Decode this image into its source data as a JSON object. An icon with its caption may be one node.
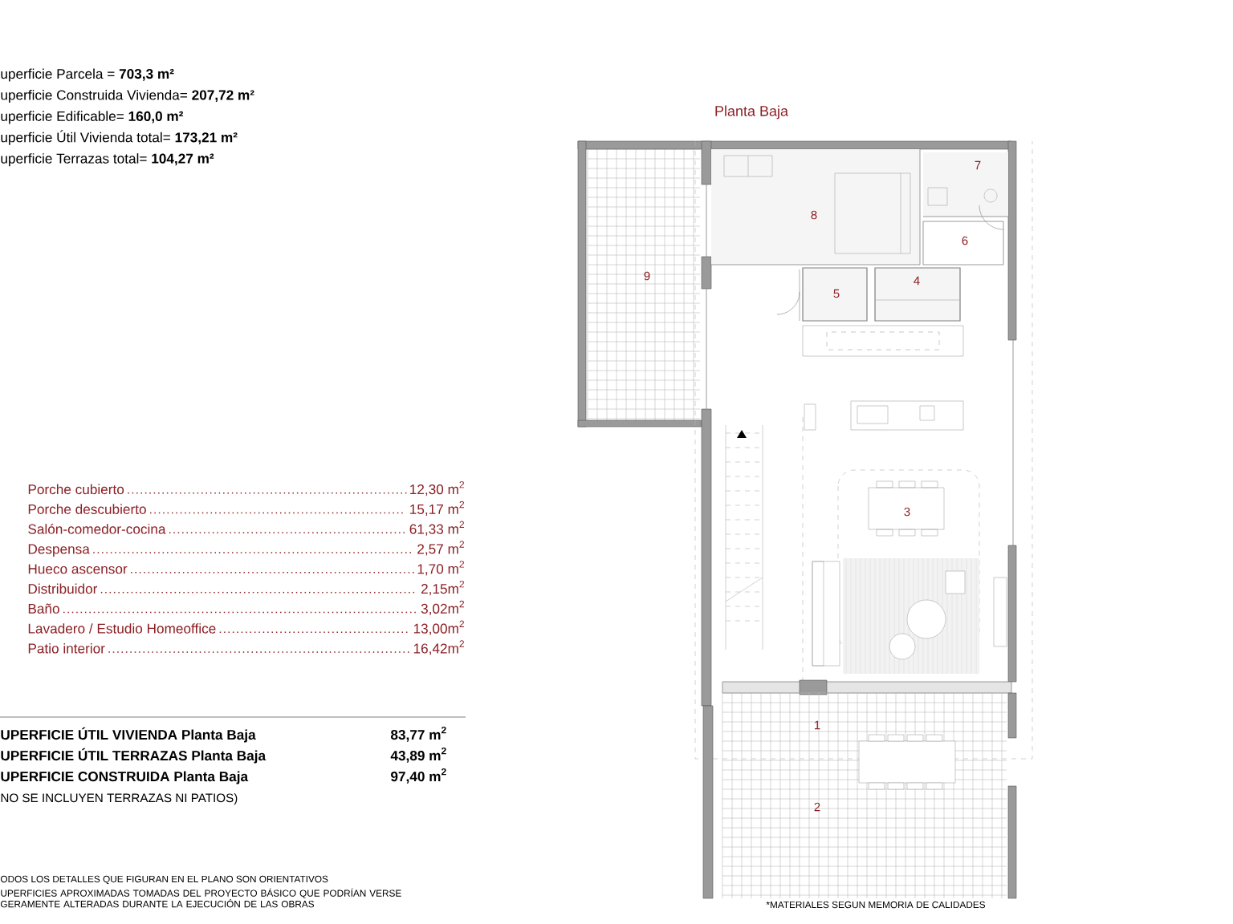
{
  "diagram": {
    "title": "Planta Baja",
    "labels": [
      "uperficie Parcela = **703,3 m²**",
      "uperficie Construida Vivienda= **207,72 m²**",
      "uperficie Edificable= **160,0 m²**",
      "uperficie Útil Vivienda total= **173,21 m²**",
      "uperficie Terrazas total= **104,27 m²**",
      "7",
      "8",
      "6",
      "9",
      "5",
      "4",
      "3",
      "1",
      "2",
      "Porche cubierto",
      "12,30 m$^{2}$",
      "Porche descubierto",
      "15,17 m$^{2}$",
      "Salón-comedor-cocina",
      "61,33 m$^{2}$",
      "Despensa",
      "2,57 m$^{2}$",
      "Hueco ascensor",
      "1,70 m$^{2}$",
      "Distribuidor",
      "2,15m$^{2}$",
      "Baño",
      "3,02m$^{2}$",
      "Lavadero / Estudio Homeoffice",
      "13,00m$^{2}$",
      "Patio interior",
      "16,42m$^{2}$",
      "UPERFICIE ÚTIL VIVIENDA Planta Baja",
      "83,77 m$^{2}$",
      "UPERFICIE ÚTIL TERRAZAS Planta Baja",
      "43,89 m$^{2}$",
      "UPERFICIE CONSTRUIDA Planta Baja",
      "97,40 m$^{2}$",
      "NO SE INCLUYEN TERRAZAS NI PATIOS)",
      "ODOS LOS DETALLES QUE FIGURAN EN EL PLANO SON ORIENTATIVOS",
      "UPERFICIES APROXIMADAS TOMADAS DEL PROYECTO BÁSICO QUE PODRÍAN VERSE GERAMENTE ALTERADAS DURANTE LA EJECUCIÓN DE LAS OBRAS",
      "*MATERIALES SEGUN MEMORIA DE CALIDADES"
    ]
  }
}
